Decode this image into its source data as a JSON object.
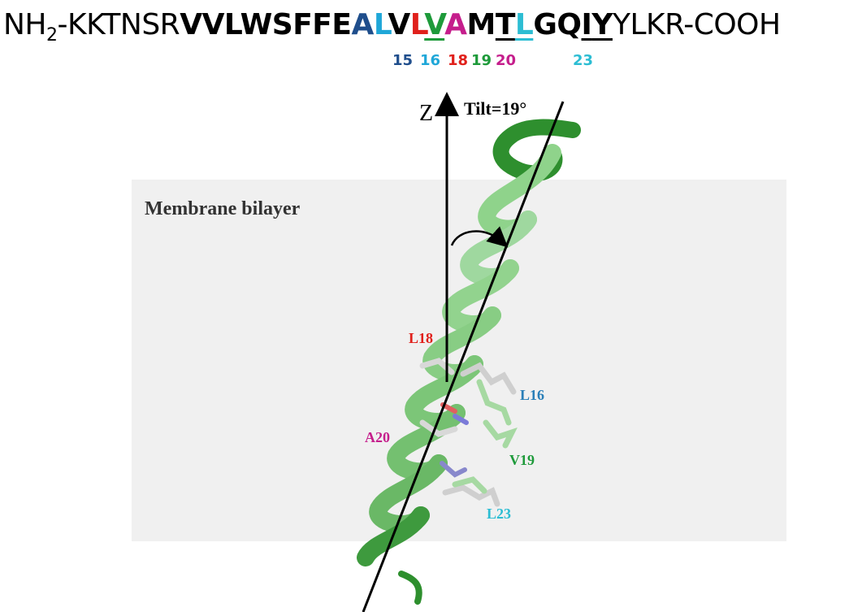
{
  "sequence": {
    "nh": "NH",
    "sub2": "2",
    "prefix": "-KKTNSR",
    "seg1": "VVLWSFFE",
    "A15": "A",
    "L16": "L",
    "V17": "V",
    "L18": "L",
    "V19": "V",
    "A20": "A",
    "M21": "M",
    "T22": "T",
    "L23": "L",
    "G24": "G",
    "Q25": "Q",
    "I26": "I",
    "Y27": "Y",
    "suffix": "YLKR-COOH"
  },
  "positions": {
    "p15": "15",
    "p16": "16",
    "p18": "18",
    "p19": "19",
    "p20": "20",
    "p23": "23"
  },
  "figure": {
    "axis_label": "Z",
    "tilt_label": "Tilt=19°",
    "membrane_label": "Membrane bilayer",
    "residues": {
      "L18": "L18",
      "L16": "L16",
      "A20": "A20",
      "V19": "V19",
      "L23": "L23"
    }
  },
  "colors": {
    "pos15": "#1f4e8c",
    "pos16": "#1fa7d8",
    "pos18": "#e0201b",
    "pos19": "#1e9a3a",
    "pos20": "#c51e8c",
    "pos23": "#2cbdd3",
    "membrane": "#f0f0f0",
    "helix_dark": "#3a9a3e",
    "helix_light": "#9fd89f"
  }
}
